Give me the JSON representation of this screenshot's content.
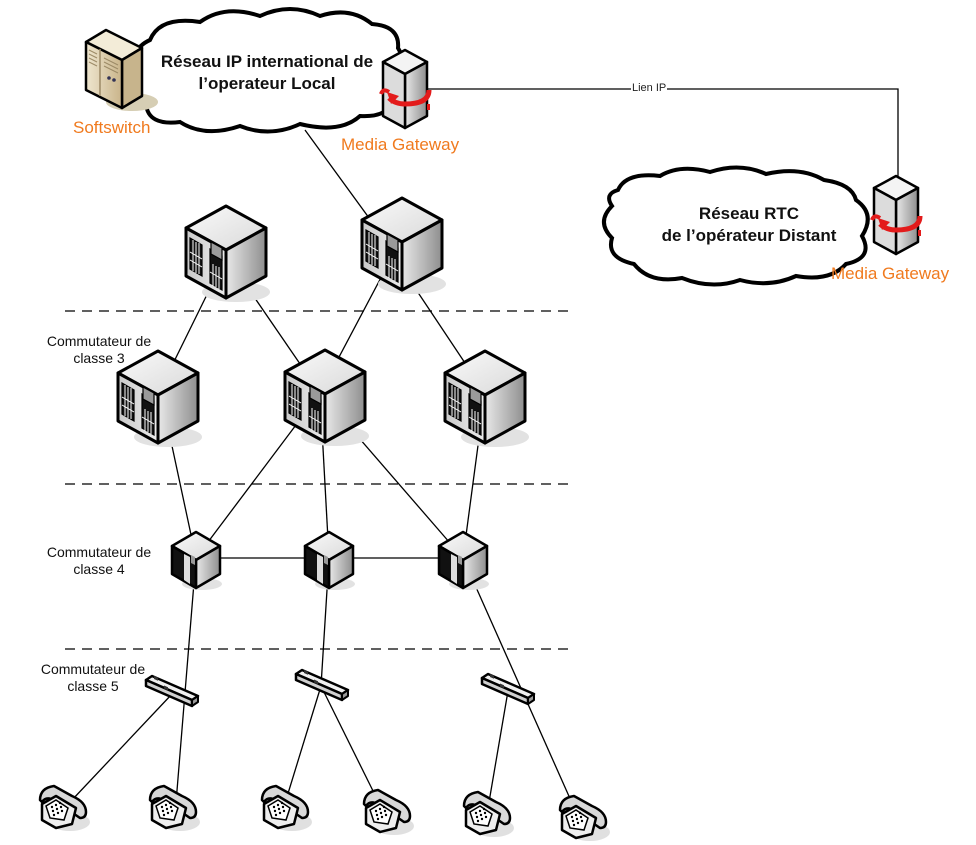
{
  "clouds": {
    "local": {
      "line1": "Réseau IP international de",
      "line2": "l’operateur Local"
    },
    "distant": {
      "line1": "Réseau RTC",
      "line2": "de l’opérateur Distant"
    }
  },
  "devices": {
    "softswitch": "Softswitch",
    "media_gateway_local": "Media Gateway",
    "media_gateway_distant": "Media Gateway"
  },
  "link_label": "Lien IP",
  "layers": [
    {
      "line1": "Commutateur de",
      "line2": "classe 3"
    },
    {
      "line1": "Commutateur de",
      "line2": "classe 4"
    },
    {
      "line1": "Commutateur de",
      "line2": "classe 5"
    }
  ],
  "colors": {
    "label_accent": "#f07a1e",
    "arrow_red": "#e31b1b"
  }
}
